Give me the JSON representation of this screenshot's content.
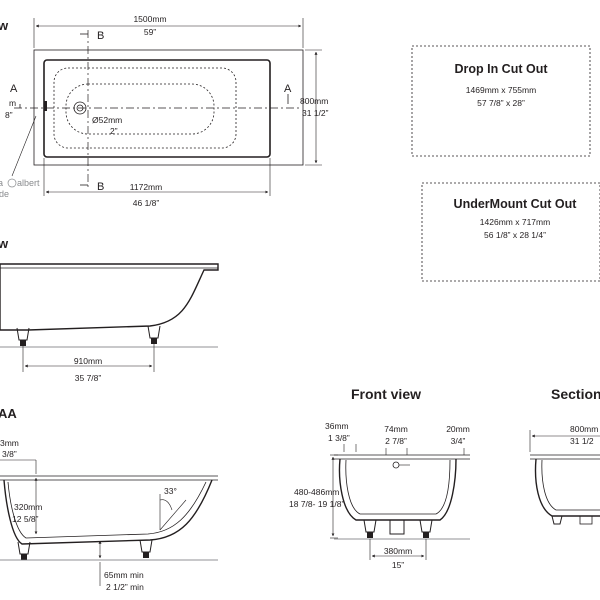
{
  "top_view": {
    "label_partial": "w",
    "width_mm": "1500mm",
    "width_in": "59”",
    "height_mm": "800mm",
    "height_in": "31 1/2”",
    "section_b": "B",
    "section_a": "A",
    "left_mm_partial": "m",
    "left_in_partial": "8”",
    "waste_mm": "Ø52mm",
    "waste_in": "2”",
    "inner_mm": "1172mm",
    "inner_in": "46 1/8”",
    "brand": "albert",
    "brand_prefix": "a",
    "brand_sub": "de"
  },
  "cutouts": {
    "dropin_title": "Drop In Cut Out",
    "dropin_mm": "1469mm x 755mm",
    "dropin_in": "57 7/8” x 28”",
    "under_title": "UnderMount Cut Out",
    "under_mm": "1426mm x 717mm",
    "under_in": "56 1/8” x 28 1/4”"
  },
  "side_view": {
    "label_partial": "w",
    "leg_mm": "910mm",
    "leg_in": "35 7/8”"
  },
  "section_aa": {
    "label_partial": "AA",
    "top_mm_partial": "3mm",
    "top_in_partial": "3/8”",
    "depth_mm": "320mm",
    "depth_in": "12 5/8”",
    "angle": "33°",
    "clear_mm": "65mm min",
    "clear_in": "2 1/2” min"
  },
  "front_view": {
    "title": "Front view",
    "rim_mm": "36mm",
    "rim_in": "1 3/8”",
    "tap_mm": "74mm",
    "tap_in": "2 7/8”",
    "lip_mm": "20mm",
    "lip_in": "3/4”",
    "height_mm": "480-486mm",
    "height_in": "18 7/8- 19 1/8”",
    "feet_mm": "380mm",
    "feet_in": "15”"
  },
  "section_bb": {
    "title": "Section",
    "width_mm": "800mm",
    "width_in": "31 1/2"
  }
}
